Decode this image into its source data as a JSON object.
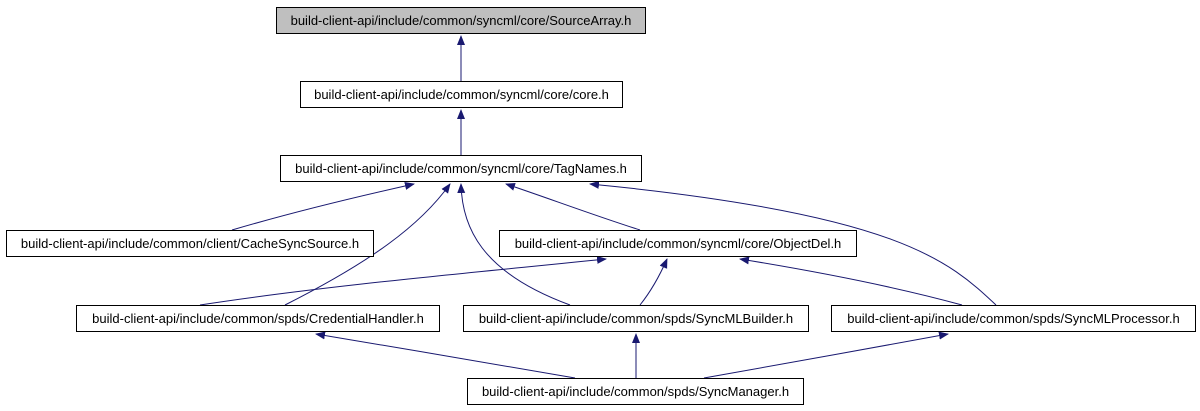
{
  "graph": {
    "edge_color": "#191970",
    "current_node_fill": "#bfbfbf",
    "nodes": {
      "source_array": {
        "label": "build-client-api/include/common/syncml/core/SourceArray.h",
        "current": true
      },
      "core": {
        "label": "build-client-api/include/common/syncml/core/core.h"
      },
      "tag_names": {
        "label": "build-client-api/include/common/syncml/core/TagNames.h"
      },
      "cache_sync_source": {
        "label": "build-client-api/include/common/client/CacheSyncSource.h"
      },
      "object_del": {
        "label": "build-client-api/include/common/syncml/core/ObjectDel.h"
      },
      "credential_handler": {
        "label": "build-client-api/include/common/spds/CredentialHandler.h"
      },
      "syncml_builder": {
        "label": "build-client-api/include/common/spds/SyncMLBuilder.h"
      },
      "syncml_processor": {
        "label": "build-client-api/include/common/spds/SyncMLProcessor.h"
      },
      "sync_manager": {
        "label": "build-client-api/include/common/spds/SyncManager.h"
      }
    },
    "edges": [
      {
        "from": "core",
        "to": "source_array"
      },
      {
        "from": "tag_names",
        "to": "core"
      },
      {
        "from": "cache_sync_source",
        "to": "tag_names"
      },
      {
        "from": "credential_handler",
        "to": "tag_names"
      },
      {
        "from": "syncml_builder",
        "to": "tag_names"
      },
      {
        "from": "object_del",
        "to": "tag_names"
      },
      {
        "from": "syncml_processor",
        "to": "tag_names"
      },
      {
        "from": "credential_handler",
        "to": "object_del"
      },
      {
        "from": "syncml_builder",
        "to": "object_del"
      },
      {
        "from": "syncml_processor",
        "to": "object_del"
      },
      {
        "from": "sync_manager",
        "to": "credential_handler"
      },
      {
        "from": "sync_manager",
        "to": "syncml_builder"
      },
      {
        "from": "sync_manager",
        "to": "syncml_processor"
      }
    ]
  }
}
